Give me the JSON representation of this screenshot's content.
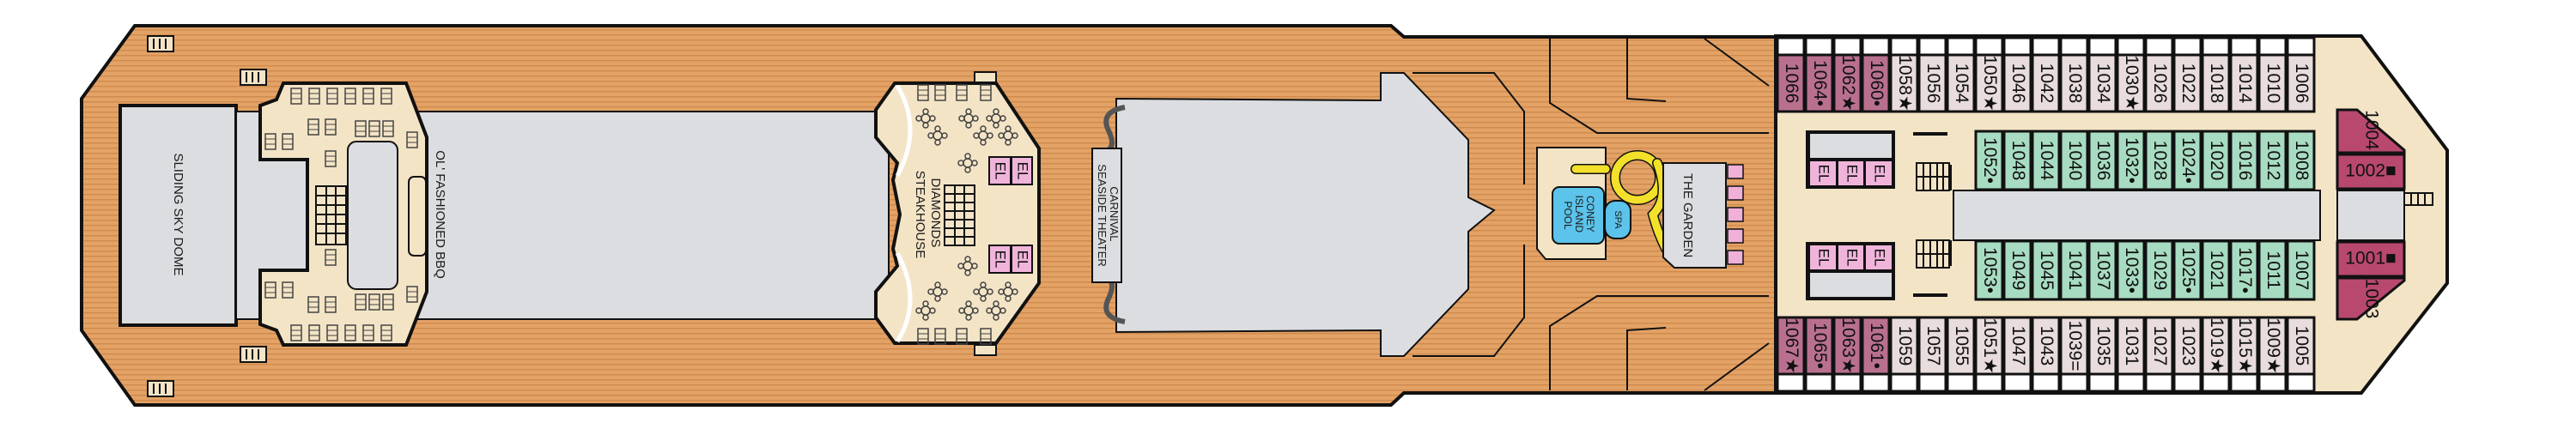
{
  "colors": {
    "wood": "#e3a266",
    "wood_stripe": "#cf8b4c",
    "interior": "#f3e4c6",
    "open_area": "#dcdde0",
    "pool": "#5cc3ea",
    "slide": "#f3e02a",
    "elevator": "#f0b4da",
    "garden_plant": "#f0b0d8",
    "cabin_categories": {
      "suite_aft": "#b9708f",
      "ocean_view": "#e8dcdc",
      "interior": "#a8dcc2",
      "suite_forward": "#b8486e",
      "balcony": "#ffffff"
    }
  },
  "venues": {
    "sky_dome": "SLIDING SKY DOME",
    "bbq": "OL' FASHIONED BBQ",
    "steakhouse": [
      "DIAMONDS",
      "STEAKHOUSE"
    ],
    "theater": [
      "CARNIVAL",
      "SEASIDE THEATER"
    ],
    "pool": [
      "CONEY",
      "ISLAND",
      "POOL"
    ],
    "spa": "SPA",
    "garden": "THE GARDEN",
    "elevator_label": "EL"
  },
  "cabins": {
    "outer_top": [
      {
        "n": "1066",
        "cat": "suite_aft"
      },
      {
        "n": "1064•",
        "cat": "suite_aft"
      },
      {
        "n": "1062★",
        "cat": "suite_aft"
      },
      {
        "n": "1060•",
        "cat": "suite_aft"
      },
      {
        "n": "1058★",
        "cat": "ocean_view"
      },
      {
        "n": "1056",
        "cat": "ocean_view"
      },
      {
        "n": "1054",
        "cat": "ocean_view"
      },
      {
        "n": "1050★",
        "cat": "ocean_view"
      },
      {
        "n": "1046",
        "cat": "ocean_view"
      },
      {
        "n": "1042",
        "cat": "ocean_view"
      },
      {
        "n": "1038",
        "cat": "ocean_view"
      },
      {
        "n": "1034",
        "cat": "ocean_view"
      },
      {
        "n": "1030★",
        "cat": "ocean_view"
      },
      {
        "n": "1026",
        "cat": "ocean_view"
      },
      {
        "n": "1022",
        "cat": "ocean_view"
      },
      {
        "n": "1018",
        "cat": "ocean_view"
      },
      {
        "n": "1014",
        "cat": "ocean_view"
      },
      {
        "n": "1010",
        "cat": "ocean_view"
      },
      {
        "n": "1006",
        "cat": "ocean_view"
      }
    ],
    "inner_top": [
      {
        "n": "1052•",
        "cat": "interior"
      },
      {
        "n": "1048",
        "cat": "interior"
      },
      {
        "n": "1044",
        "cat": "interior"
      },
      {
        "n": "1040",
        "cat": "interior"
      },
      {
        "n": "1036",
        "cat": "interior"
      },
      {
        "n": "1032•",
        "cat": "interior"
      },
      {
        "n": "1028",
        "cat": "interior"
      },
      {
        "n": "1024•",
        "cat": "interior"
      },
      {
        "n": "1020",
        "cat": "interior"
      },
      {
        "n": "1016",
        "cat": "interior"
      },
      {
        "n": "1012",
        "cat": "interior"
      },
      {
        "n": "1008",
        "cat": "interior"
      }
    ],
    "inner_bottom": [
      {
        "n": "1053•",
        "cat": "interior"
      },
      {
        "n": "1049",
        "cat": "interior"
      },
      {
        "n": "1045",
        "cat": "interior"
      },
      {
        "n": "1041",
        "cat": "interior"
      },
      {
        "n": "1037",
        "cat": "interior"
      },
      {
        "n": "1033•",
        "cat": "interior"
      },
      {
        "n": "1029",
        "cat": "interior"
      },
      {
        "n": "1025•",
        "cat": "interior"
      },
      {
        "n": "1021",
        "cat": "interior"
      },
      {
        "n": "1017•",
        "cat": "interior"
      },
      {
        "n": "1011",
        "cat": "interior"
      },
      {
        "n": "1007",
        "cat": "interior"
      }
    ],
    "outer_bottom": [
      {
        "n": "1067★",
        "cat": "suite_aft"
      },
      {
        "n": "1065•",
        "cat": "suite_aft"
      },
      {
        "n": "1063★",
        "cat": "suite_aft"
      },
      {
        "n": "1061•",
        "cat": "suite_aft"
      },
      {
        "n": "1059",
        "cat": "ocean_view"
      },
      {
        "n": "1057",
        "cat": "ocean_view"
      },
      {
        "n": "1055",
        "cat": "ocean_view"
      },
      {
        "n": "1051★",
        "cat": "ocean_view"
      },
      {
        "n": "1047",
        "cat": "ocean_view"
      },
      {
        "n": "1043",
        "cat": "ocean_view"
      },
      {
        "n": "1039=",
        "cat": "ocean_view"
      },
      {
        "n": "1035",
        "cat": "ocean_view"
      },
      {
        "n": "1031",
        "cat": "ocean_view"
      },
      {
        "n": "1027",
        "cat": "ocean_view"
      },
      {
        "n": "1023",
        "cat": "ocean_view"
      },
      {
        "n": "1019★",
        "cat": "ocean_view"
      },
      {
        "n": "1015★",
        "cat": "ocean_view"
      },
      {
        "n": "1009★",
        "cat": "ocean_view"
      },
      {
        "n": "1005",
        "cat": "ocean_view"
      }
    ],
    "bow": [
      {
        "n": "1004",
        "cat": "suite_forward"
      },
      {
        "n": "1002■",
        "cat": "suite_forward"
      },
      {
        "n": "1001■",
        "cat": "suite_forward"
      },
      {
        "n": "1003",
        "cat": "suite_forward"
      }
    ]
  }
}
